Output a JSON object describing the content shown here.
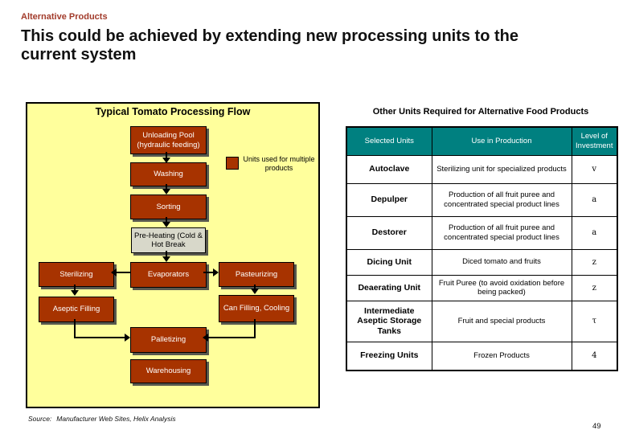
{
  "header": {
    "kicker": "Alternative Products",
    "title": "This could be achieved by extending new processing units to the current system"
  },
  "flowchart": {
    "title": "Typical Tomato Processing Flow",
    "legend_label": "Units used for multiple products",
    "nodes": {
      "unloading_pool": "Unloading Pool (hydraulic feeding)",
      "washing": "Washing",
      "sorting": "Sorting",
      "pre_heating": "Pre-Heating (Cold & Hot Break",
      "sterilizing": "Sterilizing",
      "evaporators": "Evaporators",
      "pasteurizing": "Pasteurizing",
      "aseptic_filling": "Aseptic Filling",
      "can_filling": "Can Filling, Cooling",
      "palletizing": "Palletizing",
      "warehousing": "Warehousing"
    }
  },
  "table": {
    "title": "Other Units Required for Alternative Food Products",
    "headers": [
      "Selected Units",
      "Use in Production",
      "Level of Investment"
    ],
    "rows": [
      {
        "unit": "Autoclave",
        "use": "Sterilizing unit for specialized products",
        "level": "v"
      },
      {
        "unit": "Depulper",
        "use": "Production of all fruit puree and concentrated special product lines",
        "level": "a"
      },
      {
        "unit": "Destorer",
        "use": "Production of all fruit puree and concentrated special product lines",
        "level": "a"
      },
      {
        "unit": "Dicing Unit",
        "use": "Diced tomato and fruits",
        "level": "z"
      },
      {
        "unit": "Deaerating Unit",
        "use": "Fruit Puree (to avoid oxidation before being packed)",
        "level": "z"
      },
      {
        "unit": "Intermediate Aseptic Storage Tanks",
        "use": "Fruit and special products",
        "level": "τ"
      },
      {
        "unit": "Freezing Units",
        "use": "Frozen Products",
        "level": "4"
      }
    ]
  },
  "footer": {
    "source_label": "Source:",
    "source_value": "Manufacturer Web Sites, Helix Analysis",
    "page_number": "49"
  },
  "colors": {
    "kicker_color": "#A23B2B",
    "panel_fill": "#FFFF9C",
    "node_fill": "#A73300",
    "gray_node_fill": "#D8D8CA",
    "table_header_fill": "#008080"
  }
}
